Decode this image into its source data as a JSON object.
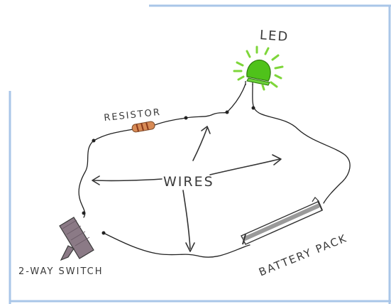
{
  "diagram": {
    "labels": {
      "led": "LED",
      "resistor": "RESISTOR",
      "wires": "WIRES",
      "battery": "BATTERY PACK",
      "switch": "2-WAY SWITCH"
    },
    "colors": {
      "led_green": "#4fc21a",
      "led_glow": "#7ed63a",
      "resistor_body": "#d78a55",
      "resistor_band": "#8a3a1a",
      "switch_wood": "#8b7a86",
      "battery_gray": "#9a9a9a",
      "frame_blue": "#a9c6e8"
    }
  }
}
